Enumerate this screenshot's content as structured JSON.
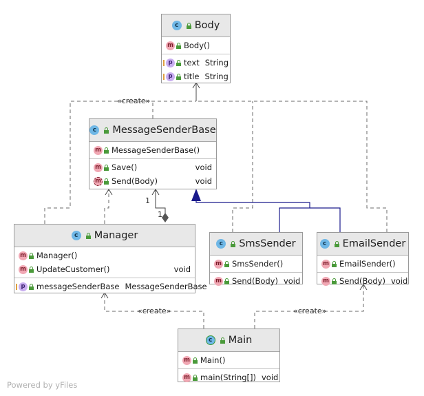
{
  "classes": {
    "body": {
      "name": "Body",
      "members": [
        {
          "kind": "m",
          "name": "Body()",
          "type": ""
        },
        {
          "kind": "p",
          "name": "text",
          "type": "String"
        },
        {
          "kind": "p",
          "name": "title",
          "type": "String"
        }
      ]
    },
    "message_sender_base": {
      "name": "MessageSenderBase",
      "members": [
        {
          "kind": "m",
          "name": "MessageSenderBase()",
          "type": ""
        },
        {
          "kind": "m",
          "name": "Save()",
          "type": "void"
        },
        {
          "kind": "m",
          "name": "Send(Body)",
          "type": "void"
        }
      ]
    },
    "manager": {
      "name": "Manager",
      "members": [
        {
          "kind": "m",
          "name": "Manager()",
          "type": ""
        },
        {
          "kind": "m",
          "name": "UpdateCustomer()",
          "type": "void"
        },
        {
          "kind": "p",
          "name": "messageSenderBase",
          "type": "MessageSenderBase"
        }
      ]
    },
    "sms_sender": {
      "name": "SmsSender",
      "members": [
        {
          "kind": "m",
          "name": "SmsSender()",
          "type": ""
        },
        {
          "kind": "m",
          "name": "Send(Body)",
          "type": "void"
        }
      ]
    },
    "email_sender": {
      "name": "EmailSender",
      "members": [
        {
          "kind": "m",
          "name": "EmailSender()",
          "type": ""
        },
        {
          "kind": "m",
          "name": "Send(Body)",
          "type": "void"
        }
      ]
    },
    "main": {
      "name": "Main",
      "members": [
        {
          "kind": "m",
          "name": "Main()",
          "type": ""
        },
        {
          "kind": "m",
          "name": "main(String[])",
          "type": "void"
        }
      ]
    }
  },
  "edge_labels": {
    "create_top": "«create»",
    "create_manager": "«create»",
    "create_email": "«create»",
    "multiplicity_base": "1",
    "multiplicity_manager": "1"
  },
  "footer": "Powered by yFiles",
  "colors": {
    "inheritance_line": "#1a1a8c",
    "dashed_line": "#6a6a6a",
    "header_fill": "#e8e8e8",
    "class_icon": "#6fb7e6",
    "method_icon": "#f1a8b4",
    "property_icon": "#c9aef0"
  }
}
